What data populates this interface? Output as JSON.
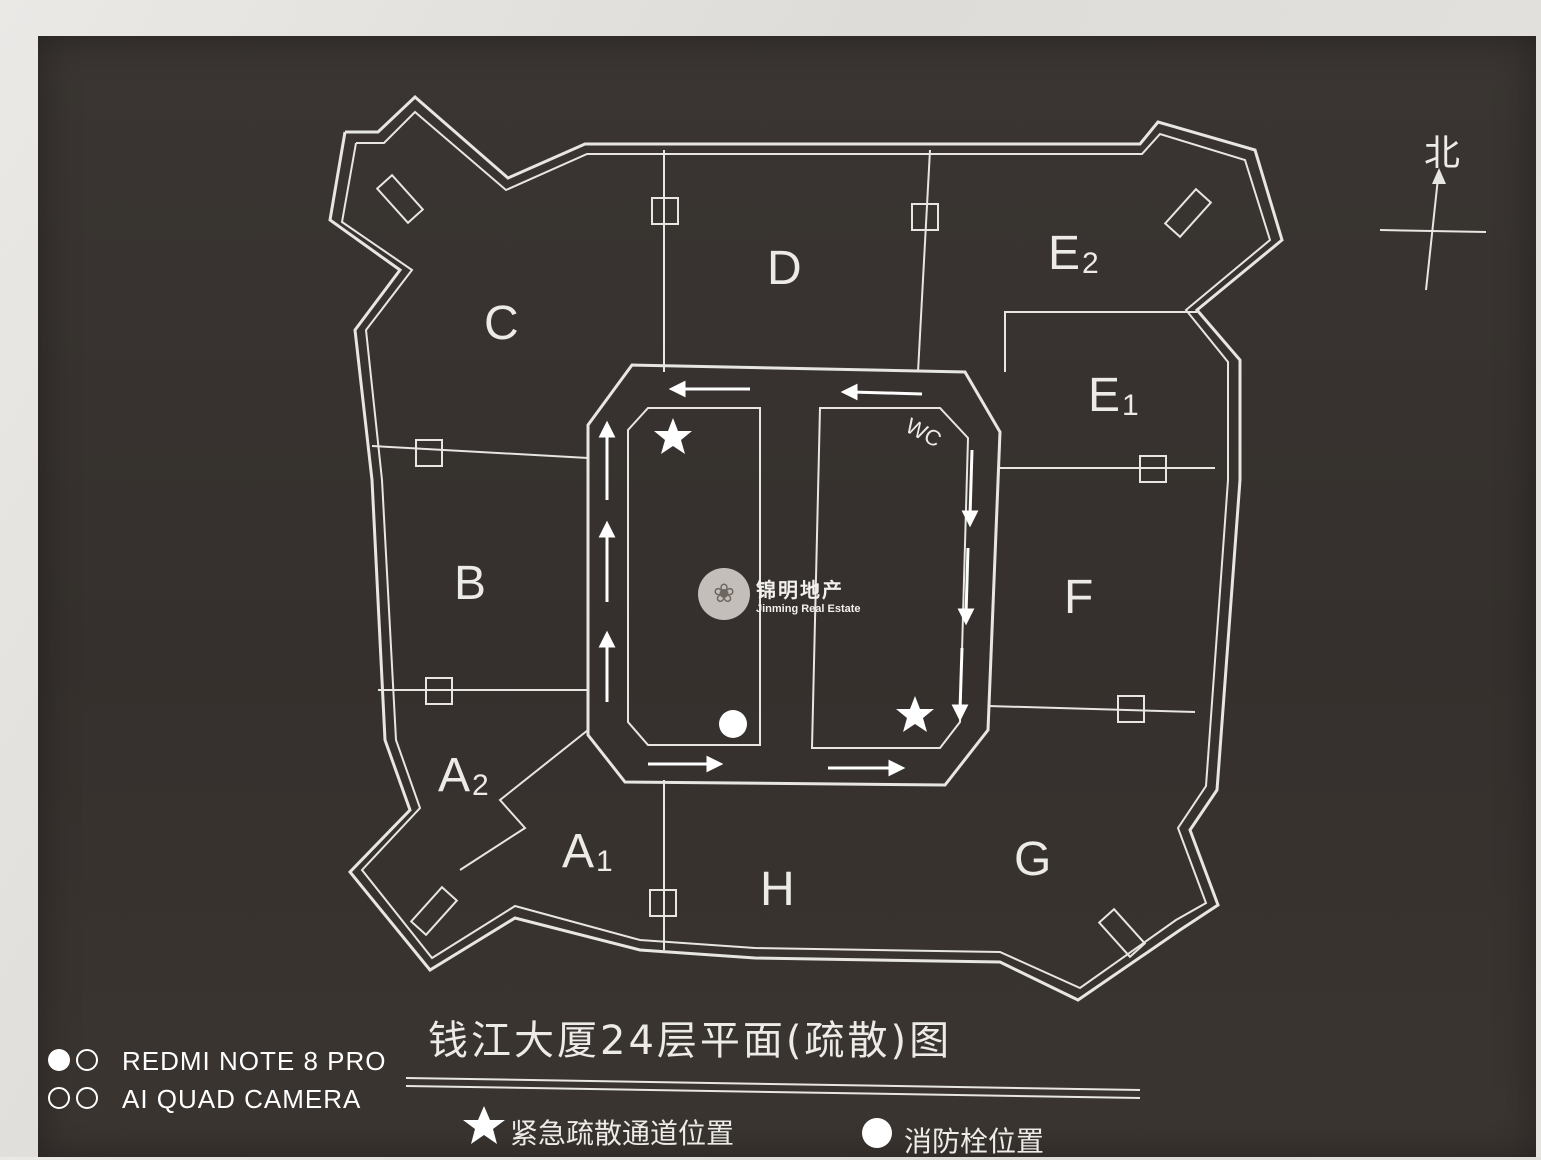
{
  "plan": {
    "title": "钱江大厦24层平面(疏散)图",
    "north_label": "北",
    "wc_label": "WC",
    "rooms": [
      {
        "id": "C",
        "label": "C",
        "sub": ""
      },
      {
        "id": "D",
        "label": "D",
        "sub": ""
      },
      {
        "id": "E2",
        "label": "E",
        "sub": "2"
      },
      {
        "id": "E1",
        "label": "E",
        "sub": "1"
      },
      {
        "id": "B",
        "label": "B",
        "sub": ""
      },
      {
        "id": "F",
        "label": "F",
        "sub": ""
      },
      {
        "id": "A2",
        "label": "A",
        "sub": "2"
      },
      {
        "id": "A1",
        "label": "A",
        "sub": "1"
      },
      {
        "id": "H",
        "label": "H",
        "sub": ""
      },
      {
        "id": "G",
        "label": "G",
        "sub": ""
      }
    ]
  },
  "legend": {
    "exit_label": "紧急疏散通道位置",
    "exit_icon": "star-icon",
    "hydrant_label": "消防栓位置",
    "hydrant_icon": "circle-icon"
  },
  "logo": {
    "name_cn": "锦明地产",
    "name_en": "Jinming Real Estate"
  },
  "camera_watermark": {
    "line1": "REDMI NOTE 8 PRO",
    "line2": "AI QUAD CAMERA"
  },
  "colors": {
    "plaque": "#37312e",
    "line": "#e8e6e2"
  }
}
